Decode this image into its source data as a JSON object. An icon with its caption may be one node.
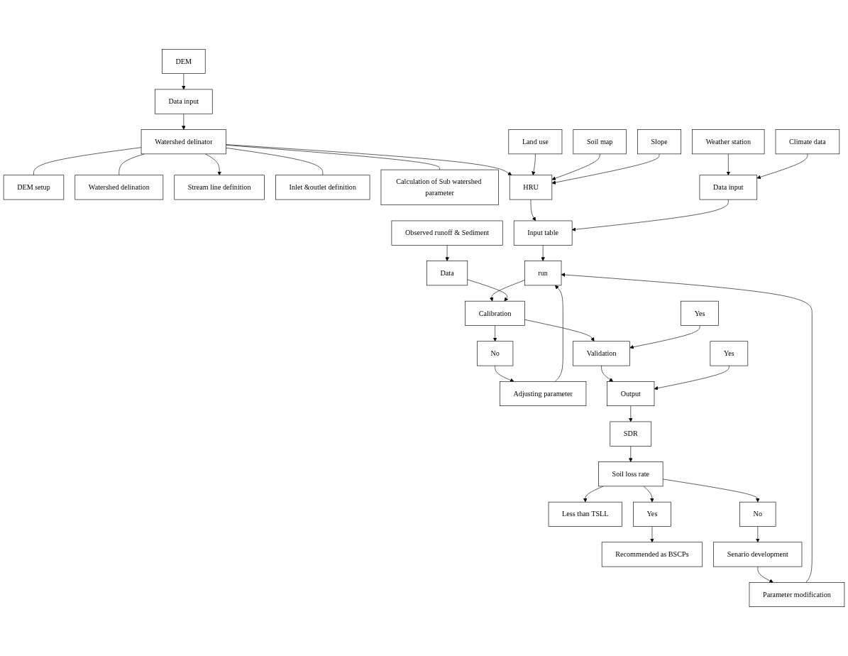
{
  "diagram": {
    "nodes": [
      {
        "text": [
          "DEM"
        ]
      },
      {
        "text": [
          "Data input"
        ]
      },
      {
        "text": [
          "Watershed delinator"
        ]
      },
      {
        "text": [
          "DEM setup"
        ]
      },
      {
        "text": [
          "Watershed delination"
        ]
      },
      {
        "text": [
          "Stream line definition"
        ]
      },
      {
        "text": [
          "Inlet &outlet definition"
        ]
      },
      {
        "text": [
          "Calculation of Sub watershed parameter"
        ]
      },
      {
        "text": [
          "Land use"
        ]
      },
      {
        "text": [
          "Soil map"
        ]
      },
      {
        "text": [
          "Slope"
        ]
      },
      {
        "text": [
          "HRU"
        ]
      },
      {
        "text": [
          "Data input"
        ]
      },
      {
        "text": [
          "Input table"
        ]
      },
      {
        "text": [
          "Weather station"
        ]
      },
      {
        "text": [
          "Climate data"
        ]
      },
      {
        "text": [
          "run"
        ]
      },
      {
        "text": [
          "Data"
        ]
      },
      {
        "text": [
          "Observed runoff & Sediment"
        ]
      },
      {
        "text": [
          "Calibration"
        ]
      },
      {
        "text": [
          "Recommended as BSCPs"
        ]
      },
      {
        "text": [
          "Yes"
        ]
      },
      {
        "text": [
          "Validation"
        ]
      },
      {
        "text": [
          "No"
        ]
      },
      {
        "text": [
          "Adjusting parameter"
        ]
      },
      {
        "text": [
          "Less than TSLL"
        ]
      },
      {
        "text": [
          "Yes"
        ]
      },
      {
        "text": [
          "Yes"
        ]
      },
      {
        "text": [
          "Output"
        ]
      },
      {
        "text": [
          "SDR"
        ]
      },
      {
        "text": [
          "Soil loss rate"
        ]
      },
      {
        "text": [
          "No"
        ]
      },
      {
        "text": [
          "Parameter modification"
        ]
      },
      {
        "text": [
          "Senario development"
        ]
      }
    ],
    "edges": [
      {
        "from": 0,
        "to": 1,
        "arrow": "to"
      },
      {
        "from": 1,
        "to": 2,
        "arrow": "to"
      },
      {
        "from": 2,
        "to": 3,
        "arrow": "none"
      },
      {
        "from": 2,
        "to": 4,
        "arrow": "none"
      },
      {
        "from": 2,
        "to": 5,
        "arrow": "to"
      },
      {
        "from": 2,
        "to": 6,
        "arrow": "none"
      },
      {
        "from": 2,
        "to": 7,
        "arrow": "none"
      },
      {
        "from": 2,
        "to": 11,
        "arrow": "to"
      },
      {
        "from": 8,
        "to": 11,
        "arrow": "to"
      },
      {
        "from": 9,
        "to": 11,
        "arrow": "to"
      },
      {
        "from": 10,
        "to": 11,
        "arrow": "to"
      },
      {
        "from": 11,
        "to": 13,
        "arrow": "to"
      },
      {
        "from": 12,
        "to": 13,
        "arrow": "to"
      },
      {
        "from": 14,
        "to": 12,
        "arrow": "to"
      },
      {
        "from": 15,
        "to": 12,
        "arrow": "to"
      },
      {
        "from": 13,
        "to": 16,
        "arrow": "to"
      },
      {
        "from": 32,
        "to": 16,
        "arrow": "to"
      },
      {
        "from": 24,
        "to": 16,
        "arrow": "to"
      },
      {
        "from": 16,
        "to": 19,
        "arrow": "to"
      },
      {
        "from": 18,
        "to": 17,
        "arrow": "to"
      },
      {
        "from": 17,
        "to": 19,
        "arrow": "to"
      },
      {
        "from": 19,
        "to": 22,
        "arrow": "to"
      },
      {
        "from": 21,
        "to": 22,
        "arrow": "to"
      },
      {
        "from": 19,
        "to": 23,
        "arrow": "to"
      },
      {
        "from": 23,
        "to": 24,
        "arrow": "to"
      },
      {
        "from": 22,
        "to": 28,
        "arrow": "to"
      },
      {
        "from": 26,
        "to": 28,
        "arrow": "to"
      },
      {
        "from": 28,
        "to": 29,
        "arrow": "to"
      },
      {
        "from": 29,
        "to": 30,
        "arrow": "to"
      },
      {
        "from": 30,
        "to": 25,
        "arrow": "to"
      },
      {
        "from": 30,
        "to": 27,
        "arrow": "to"
      },
      {
        "from": 30,
        "to": 31,
        "arrow": "to"
      },
      {
        "from": 31,
        "to": 33,
        "arrow": "to"
      },
      {
        "from": 33,
        "to": 32,
        "arrow": "to"
      },
      {
        "from": 27,
        "to": 20,
        "arrow": "to"
      }
    ]
  }
}
